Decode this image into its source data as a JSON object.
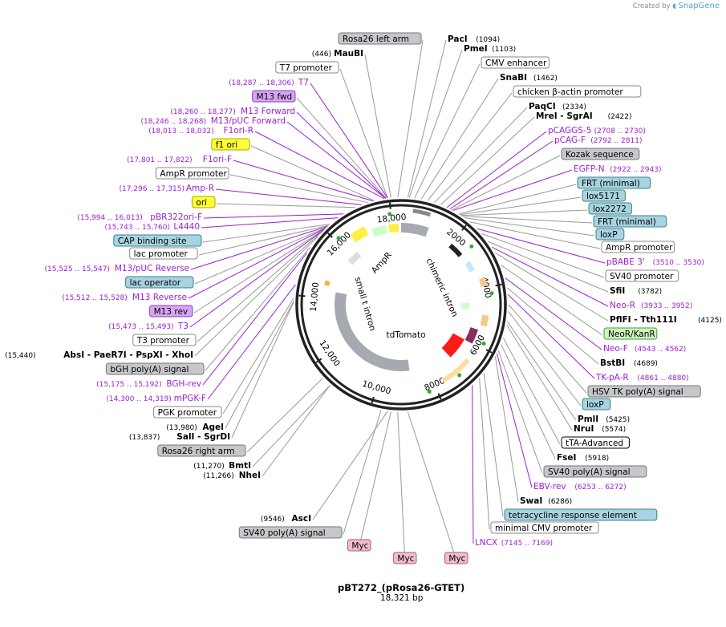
{
  "header": {
    "credit_prefix": "Created by",
    "credit_brand": "SnapGene"
  },
  "plasmid": {
    "name": "pBT272_(pRosa26-GTET)",
    "length_label": "18,321 bp"
  },
  "colors": {
    "primer": "#9b1fd0",
    "backbone": "#222222",
    "feature_grey": "#a6aab0"
  },
  "inner_labels": [
    "AmpR",
    "chimeric intron",
    "small t intron",
    "tdTomato"
  ],
  "ticks": [
    "2000",
    "4000",
    "6000",
    "8000",
    "10,000",
    "12,000",
    "14,000",
    "16,000",
    "18,000"
  ],
  "left_labels": [
    {
      "text": "Rosa26 left arm",
      "style": "grey"
    },
    {
      "pos": "(446)",
      "text": "MauBI",
      "style": "enzyme"
    },
    {
      "text": "T7 promoter",
      "style": "white"
    },
    {
      "pos": "(18,287 .. 18,306)",
      "text": "T7",
      "style": "primer"
    },
    {
      "text": "M13 fwd",
      "style": "violet"
    },
    {
      "pos": "(18,260 .. 18,277)",
      "text": "M13 Forward",
      "style": "primer"
    },
    {
      "pos": "(18,246 .. 18,268)",
      "text": "M13/pUC Forward",
      "style": "primer"
    },
    {
      "pos": "(18,013 .. 18,032)",
      "text": "F1ori-R",
      "style": "primer"
    },
    {
      "text": "f1 ori",
      "style": "yellow"
    },
    {
      "pos": "(17,801 .. 17,822)",
      "text": "F1ori-F",
      "style": "primer"
    },
    {
      "text": "AmpR promoter",
      "style": "white"
    },
    {
      "pos": "(17,296 .. 17,315)",
      "text": "Amp-R",
      "style": "primer"
    },
    {
      "text": "ori",
      "style": "yellow"
    },
    {
      "pos": "(15,994 .. 16,013)",
      "text": "pBR322ori-F",
      "style": "primer"
    },
    {
      "pos": "(15,743 .. 15,760)",
      "text": "L4440",
      "style": "primer"
    },
    {
      "text": "CAP binding site",
      "style": "teal"
    },
    {
      "text": "lac promoter",
      "style": "white"
    },
    {
      "pos": "(15,525 .. 15,547)",
      "text": "M13/pUC Reverse",
      "style": "primer"
    },
    {
      "text": "lac operator",
      "style": "teal"
    },
    {
      "pos": "(15,512 .. 15,528)",
      "text": "M13 Reverse",
      "style": "primer"
    },
    {
      "text": "M13 rev",
      "style": "violet"
    },
    {
      "pos": "(15,473 .. 15,493)",
      "text": "T3",
      "style": "primer"
    },
    {
      "text": "T3 promoter",
      "style": "white"
    },
    {
      "pos": "(15,440)",
      "text": "AbsI - PaeR7I - PspXI - XhoI",
      "style": "enzyme"
    },
    {
      "text": "bGH poly(A) signal",
      "style": "grey"
    },
    {
      "pos": "(15,175 .. 15,192)",
      "text": "BGH-rev",
      "style": "primer"
    },
    {
      "pos": "(14,300 .. 14,319)",
      "text": "mPGK-F",
      "style": "primer"
    },
    {
      "text": "PGK promoter",
      "style": "white"
    },
    {
      "pos": "(13,980)",
      "text": "AgeI",
      "style": "enzyme"
    },
    {
      "pos": "(13,837)",
      "text": "SalI - SgrDI",
      "style": "enzyme"
    },
    {
      "text": "Rosa26 right arm",
      "style": "grey"
    },
    {
      "pos": "(11,270)",
      "text": "BmtI",
      "style": "enzyme"
    },
    {
      "pos": "(11,266)",
      "text": "NheI",
      "style": "enzyme"
    },
    {
      "pos": "(9546)",
      "text": "AscI",
      "style": "enzyme"
    },
    {
      "text": "SV40 poly(A) signal",
      "style": "grey"
    },
    {
      "text": "Myc",
      "style": "pink"
    },
    {
      "text": "Myc",
      "style": "pink"
    },
    {
      "text": "Myc",
      "style": "pink"
    }
  ],
  "right_labels": [
    {
      "text": "PacI",
      "pos": "(1094)",
      "style": "enzyme"
    },
    {
      "text": "PmeI",
      "pos": "(1103)",
      "style": "enzyme"
    },
    {
      "text": "CMV enhancer",
      "style": "white"
    },
    {
      "text": "SnaBI",
      "pos": "(1462)",
      "style": "enzyme"
    },
    {
      "text": "chicken β-actin promoter",
      "style": "white"
    },
    {
      "text": "PaqCI",
      "pos": "(2334)",
      "style": "enzyme"
    },
    {
      "text": "MreI - SgrAI",
      "pos": "(2422)",
      "style": "enzyme"
    },
    {
      "text": "pCAGGS-5",
      "pos": "(2708 .. 2730)",
      "style": "primer"
    },
    {
      "text": "pCAG-F",
      "pos": "(2792 .. 2811)",
      "style": "primer"
    },
    {
      "text": "Kozak sequence",
      "style": "grey"
    },
    {
      "text": "EGFP-N",
      "pos": "(2922 .. 2943)",
      "style": "primer"
    },
    {
      "text": "FRT (minimal)",
      "style": "teal"
    },
    {
      "text": "lox5171",
      "style": "teal"
    },
    {
      "text": "lox2272",
      "style": "teal"
    },
    {
      "text": "FRT (minimal)",
      "style": "teal"
    },
    {
      "text": "loxP",
      "style": "teal"
    },
    {
      "text": "AmpR promoter",
      "style": "white"
    },
    {
      "text": "pBABE 3'",
      "pos": "(3510 .. 3530)",
      "style": "primer"
    },
    {
      "text": "SV40 promoter",
      "style": "white"
    },
    {
      "text": "SfiI",
      "pos": "(3782)",
      "style": "enzyme"
    },
    {
      "text": "Neo-R",
      "pos": "(3933 .. 3952)",
      "style": "primer"
    },
    {
      "text": "PflFI - Tth111I",
      "pos": "(4125)",
      "style": "enzyme"
    },
    {
      "text": "NeoR/KanR",
      "style": "green"
    },
    {
      "text": "Neo-F",
      "pos": "(4543 .. 4562)",
      "style": "primer"
    },
    {
      "text": "BstBI",
      "pos": "(4689)",
      "style": "enzyme"
    },
    {
      "text": "TK-pA-R",
      "pos": "(4861 .. 4880)",
      "style": "primer"
    },
    {
      "text": "HSV TK poly(A) signal",
      "style": "grey"
    },
    {
      "text": "loxP",
      "style": "teal"
    },
    {
      "text": "PmlI",
      "pos": "(5425)",
      "style": "enzyme"
    },
    {
      "text": "NruI",
      "pos": "(5574)",
      "style": "enzyme"
    },
    {
      "text": "tTA-Advanced",
      "style": "whitebold"
    },
    {
      "text": "FseI",
      "pos": "(5918)",
      "style": "enzyme"
    },
    {
      "text": "SV40 poly(A) signal",
      "style": "grey"
    },
    {
      "text": "EBV-rev",
      "pos": "(6253 .. 6272)",
      "style": "primer"
    },
    {
      "text": "SwaI",
      "pos": "(6286)",
      "style": "enzyme"
    },
    {
      "text": "tetracycline response element",
      "style": "teal"
    },
    {
      "text": "minimal CMV promoter",
      "style": "white"
    },
    {
      "text": "LNCX",
      "pos": "(7145 .. 7169)",
      "style": "primer"
    }
  ]
}
